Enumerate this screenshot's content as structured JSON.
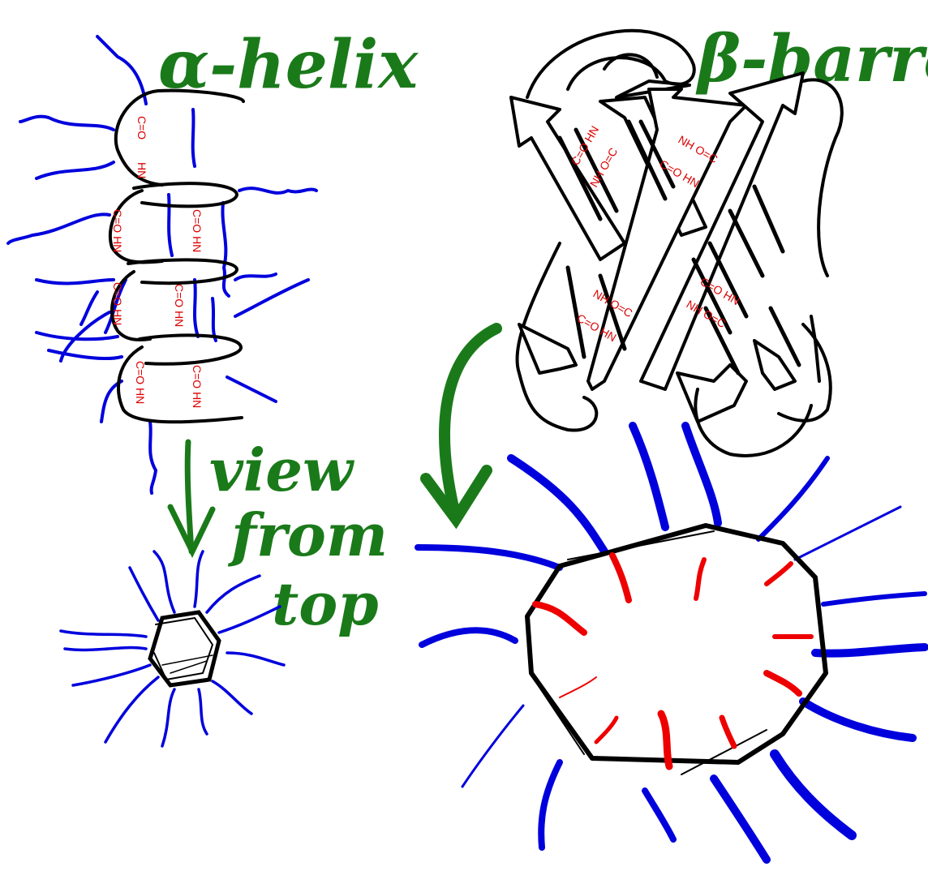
{
  "titles": {
    "alpha": "α-helix",
    "beta": "β-barrel",
    "view_line1": "view",
    "view_line2": "from",
    "view_line3": "top"
  },
  "helix_labels": {
    "co": "C=O",
    "hn": "HN",
    "co_hn": "C=O HN"
  },
  "barrel_labels": {
    "co_hn": "C=O HN",
    "nh_co": "NH O=C"
  },
  "colors": {
    "backbone": "#000000",
    "side_chain": "#0000dd",
    "hbond_label": "#dd0000",
    "title": "#1a7a1a"
  }
}
